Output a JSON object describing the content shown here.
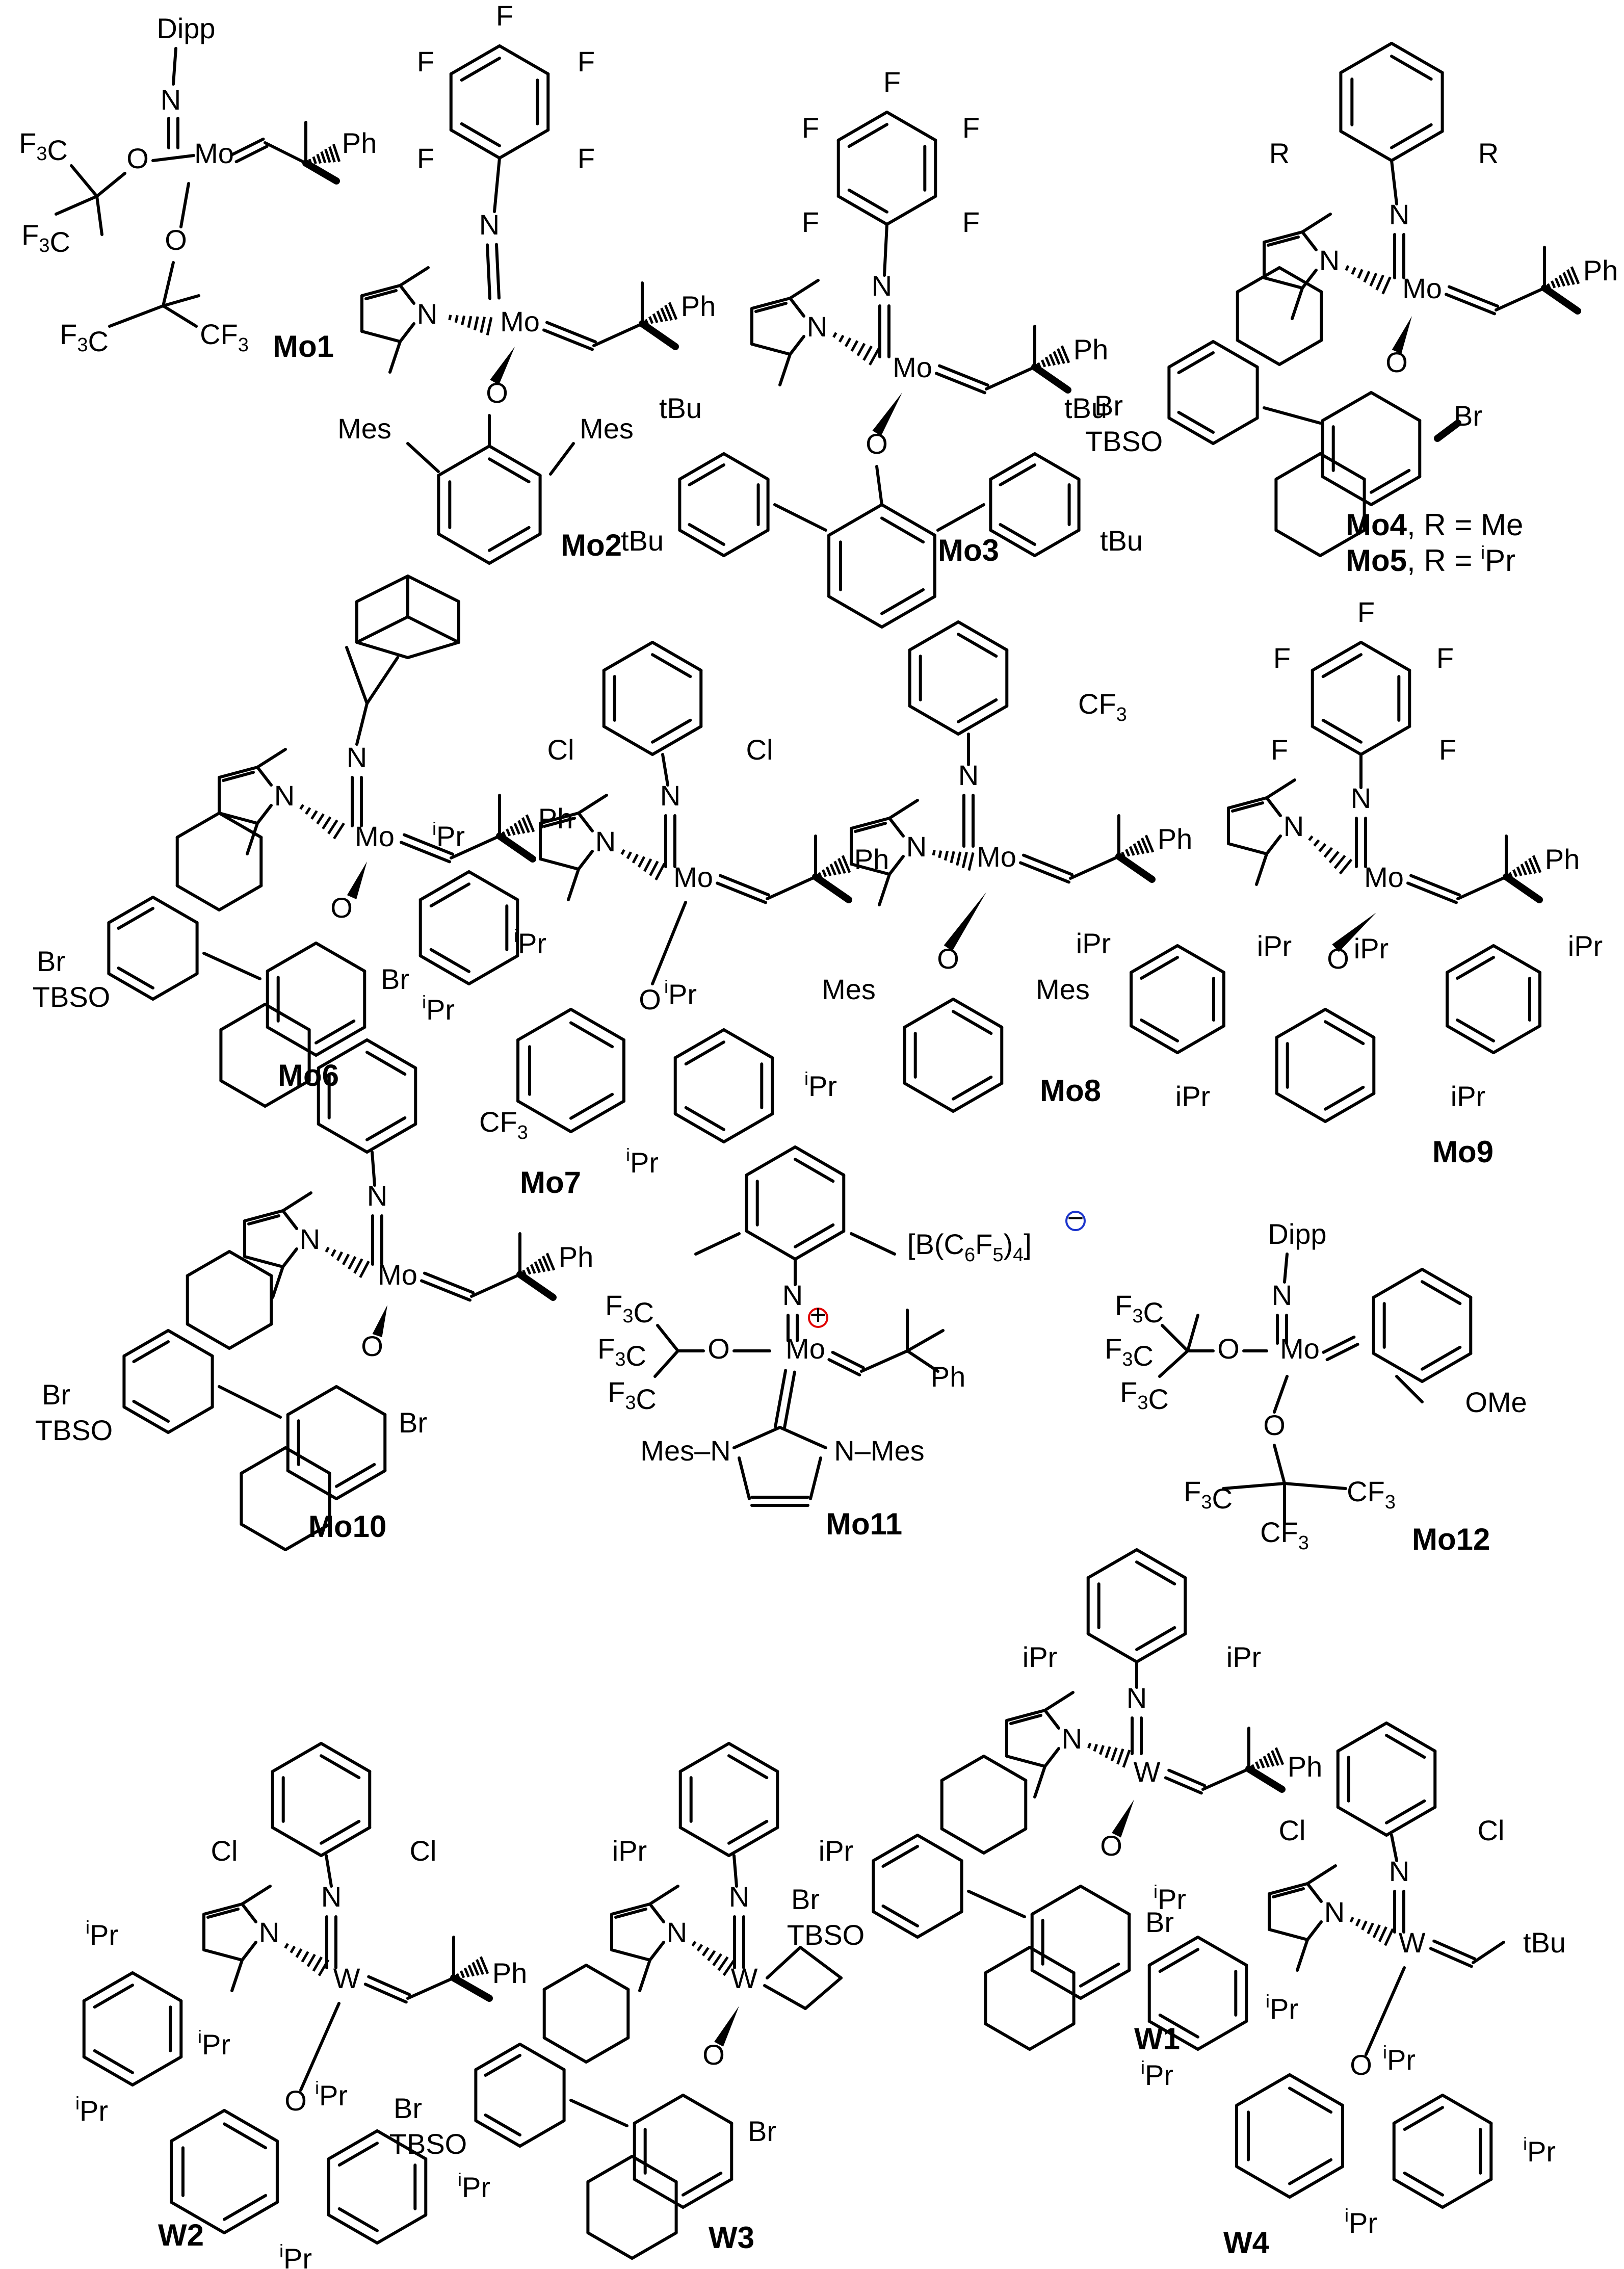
{
  "compounds": [
    {
      "id": "Mo1",
      "label": "Mo1"
    },
    {
      "id": "Mo2",
      "label": "Mo2"
    },
    {
      "id": "Mo3",
      "label": "Mo3"
    },
    {
      "id": "Mo4",
      "label": "Mo4",
      "suffix": ", R = Me"
    },
    {
      "id": "Mo5",
      "label": "Mo5",
      "suffix": ", R = ",
      "suffix_sup": "i",
      "suffix_end": "Pr"
    },
    {
      "id": "Mo6",
      "label": "Mo6"
    },
    {
      "id": "Mo7",
      "label": "Mo7"
    },
    {
      "id": "Mo8",
      "label": "Mo8"
    },
    {
      "id": "Mo9",
      "label": "Mo9"
    },
    {
      "id": "Mo10",
      "label": "Mo10"
    },
    {
      "id": "Mo11",
      "label": "Mo11"
    },
    {
      "id": "Mo12",
      "label": "Mo12"
    },
    {
      "id": "W1",
      "label": "W1"
    },
    {
      "id": "W2",
      "label": "W2"
    },
    {
      "id": "W3",
      "label": "W3"
    },
    {
      "id": "W4",
      "label": "W4"
    }
  ],
  "atoms": {
    "dipp": "Dipp",
    "n": "N",
    "o": "O",
    "mo": "Mo",
    "w": "W",
    "ph": "Ph",
    "f": "F",
    "cl": "Cl",
    "br": "Br",
    "r": "R",
    "mes": "Mes",
    "tbu": "tBu",
    "ipr": "iPr",
    "pr": "Pr",
    "i": "i",
    "tbso": "TBSO",
    "ome": "OMe",
    "f3c": "F",
    "cf3": "CF",
    "three": "3",
    "mes_n": "N–Mes",
    "mes_nl": "Mes–N",
    "borate": "[B(C",
    "borate_6": "6",
    "borate_f": "F",
    "borate_5": "5",
    "borate_end": ")",
    "borate_4": "4",
    "borate_close": "]",
    "plus": "+",
    "minus": "−"
  }
}
